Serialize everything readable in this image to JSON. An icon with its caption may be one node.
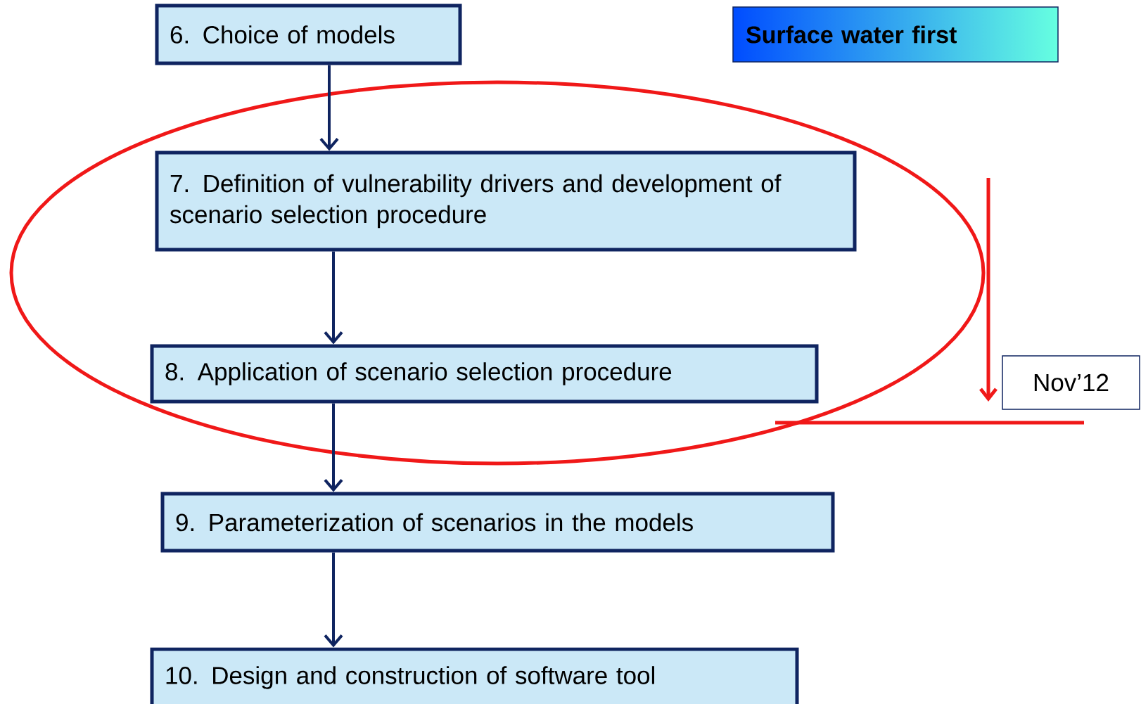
{
  "diagram": {
    "nodes": [
      {
        "text": [
          "6. Choice of models"
        ]
      },
      {
        "text": [
          "Surface water first"
        ]
      },
      {
        "text": [
          "7. Definition of vulnerability drivers and development of scenario selection procedure"
        ]
      },
      {
        "text": [
          "8. Application of scenario selection procedure"
        ]
      },
      {
        "text": [
          "Nov’12"
        ]
      },
      {
        "text": [
          "9. Parameterization of scenarios in the models"
        ]
      },
      {
        "text": [
          "10. Design and construction of software tool"
        ]
      }
    ],
    "edges": [
      {
        "from": 0,
        "to": 2,
        "arrow": "to"
      },
      {
        "from": 2,
        "to": 3,
        "arrow": "to"
      },
      {
        "from": 3,
        "to": 5,
        "arrow": "to"
      },
      {
        "from": 5,
        "to": 6,
        "arrow": "to"
      }
    ]
  }
}
